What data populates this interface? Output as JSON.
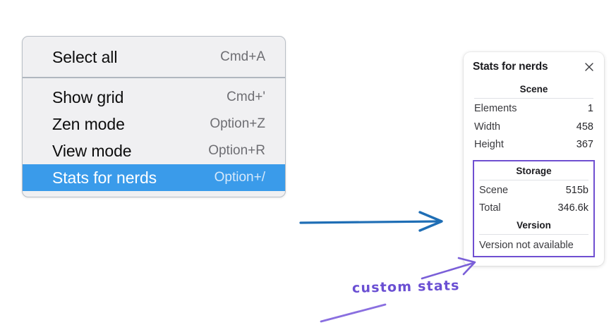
{
  "context_menu": {
    "name": "canvas-context-menu",
    "groups": [
      {
        "items": [
          {
            "label": "Select all",
            "shortcut": "Cmd+A",
            "selected": false
          }
        ]
      },
      {
        "items": [
          {
            "label": "Show grid",
            "shortcut": "Cmd+'",
            "selected": false
          },
          {
            "label": "Zen mode",
            "shortcut": "Option+Z",
            "selected": false
          },
          {
            "label": "View mode",
            "shortcut": "Option+R",
            "selected": false
          },
          {
            "label": "Stats for nerds",
            "shortcut": "Option+/",
            "selected": true
          }
        ]
      }
    ],
    "highlight_color": "#3a9bea"
  },
  "stats_panel": {
    "title": "Stats for nerds",
    "close_icon": "close-icon",
    "sections": [
      {
        "heading": "Scene",
        "rows": [
          {
            "label": "Elements",
            "value": "1"
          },
          {
            "label": "Width",
            "value": "458"
          },
          {
            "label": "Height",
            "value": "367"
          }
        ]
      },
      {
        "heading": "Storage",
        "rows": [
          {
            "label": "Scene",
            "value": "515b"
          },
          {
            "label": "Total",
            "value": "346.6k"
          }
        ]
      },
      {
        "heading": "Version",
        "note": "Version not available"
      }
    ],
    "highlight_border_color": "#6f4fd1"
  },
  "annotations": {
    "handwritten_label": "custom stats",
    "arrow_blue_color": "#1f6eb5",
    "arrow_purple_color": "#7a5fd8"
  }
}
